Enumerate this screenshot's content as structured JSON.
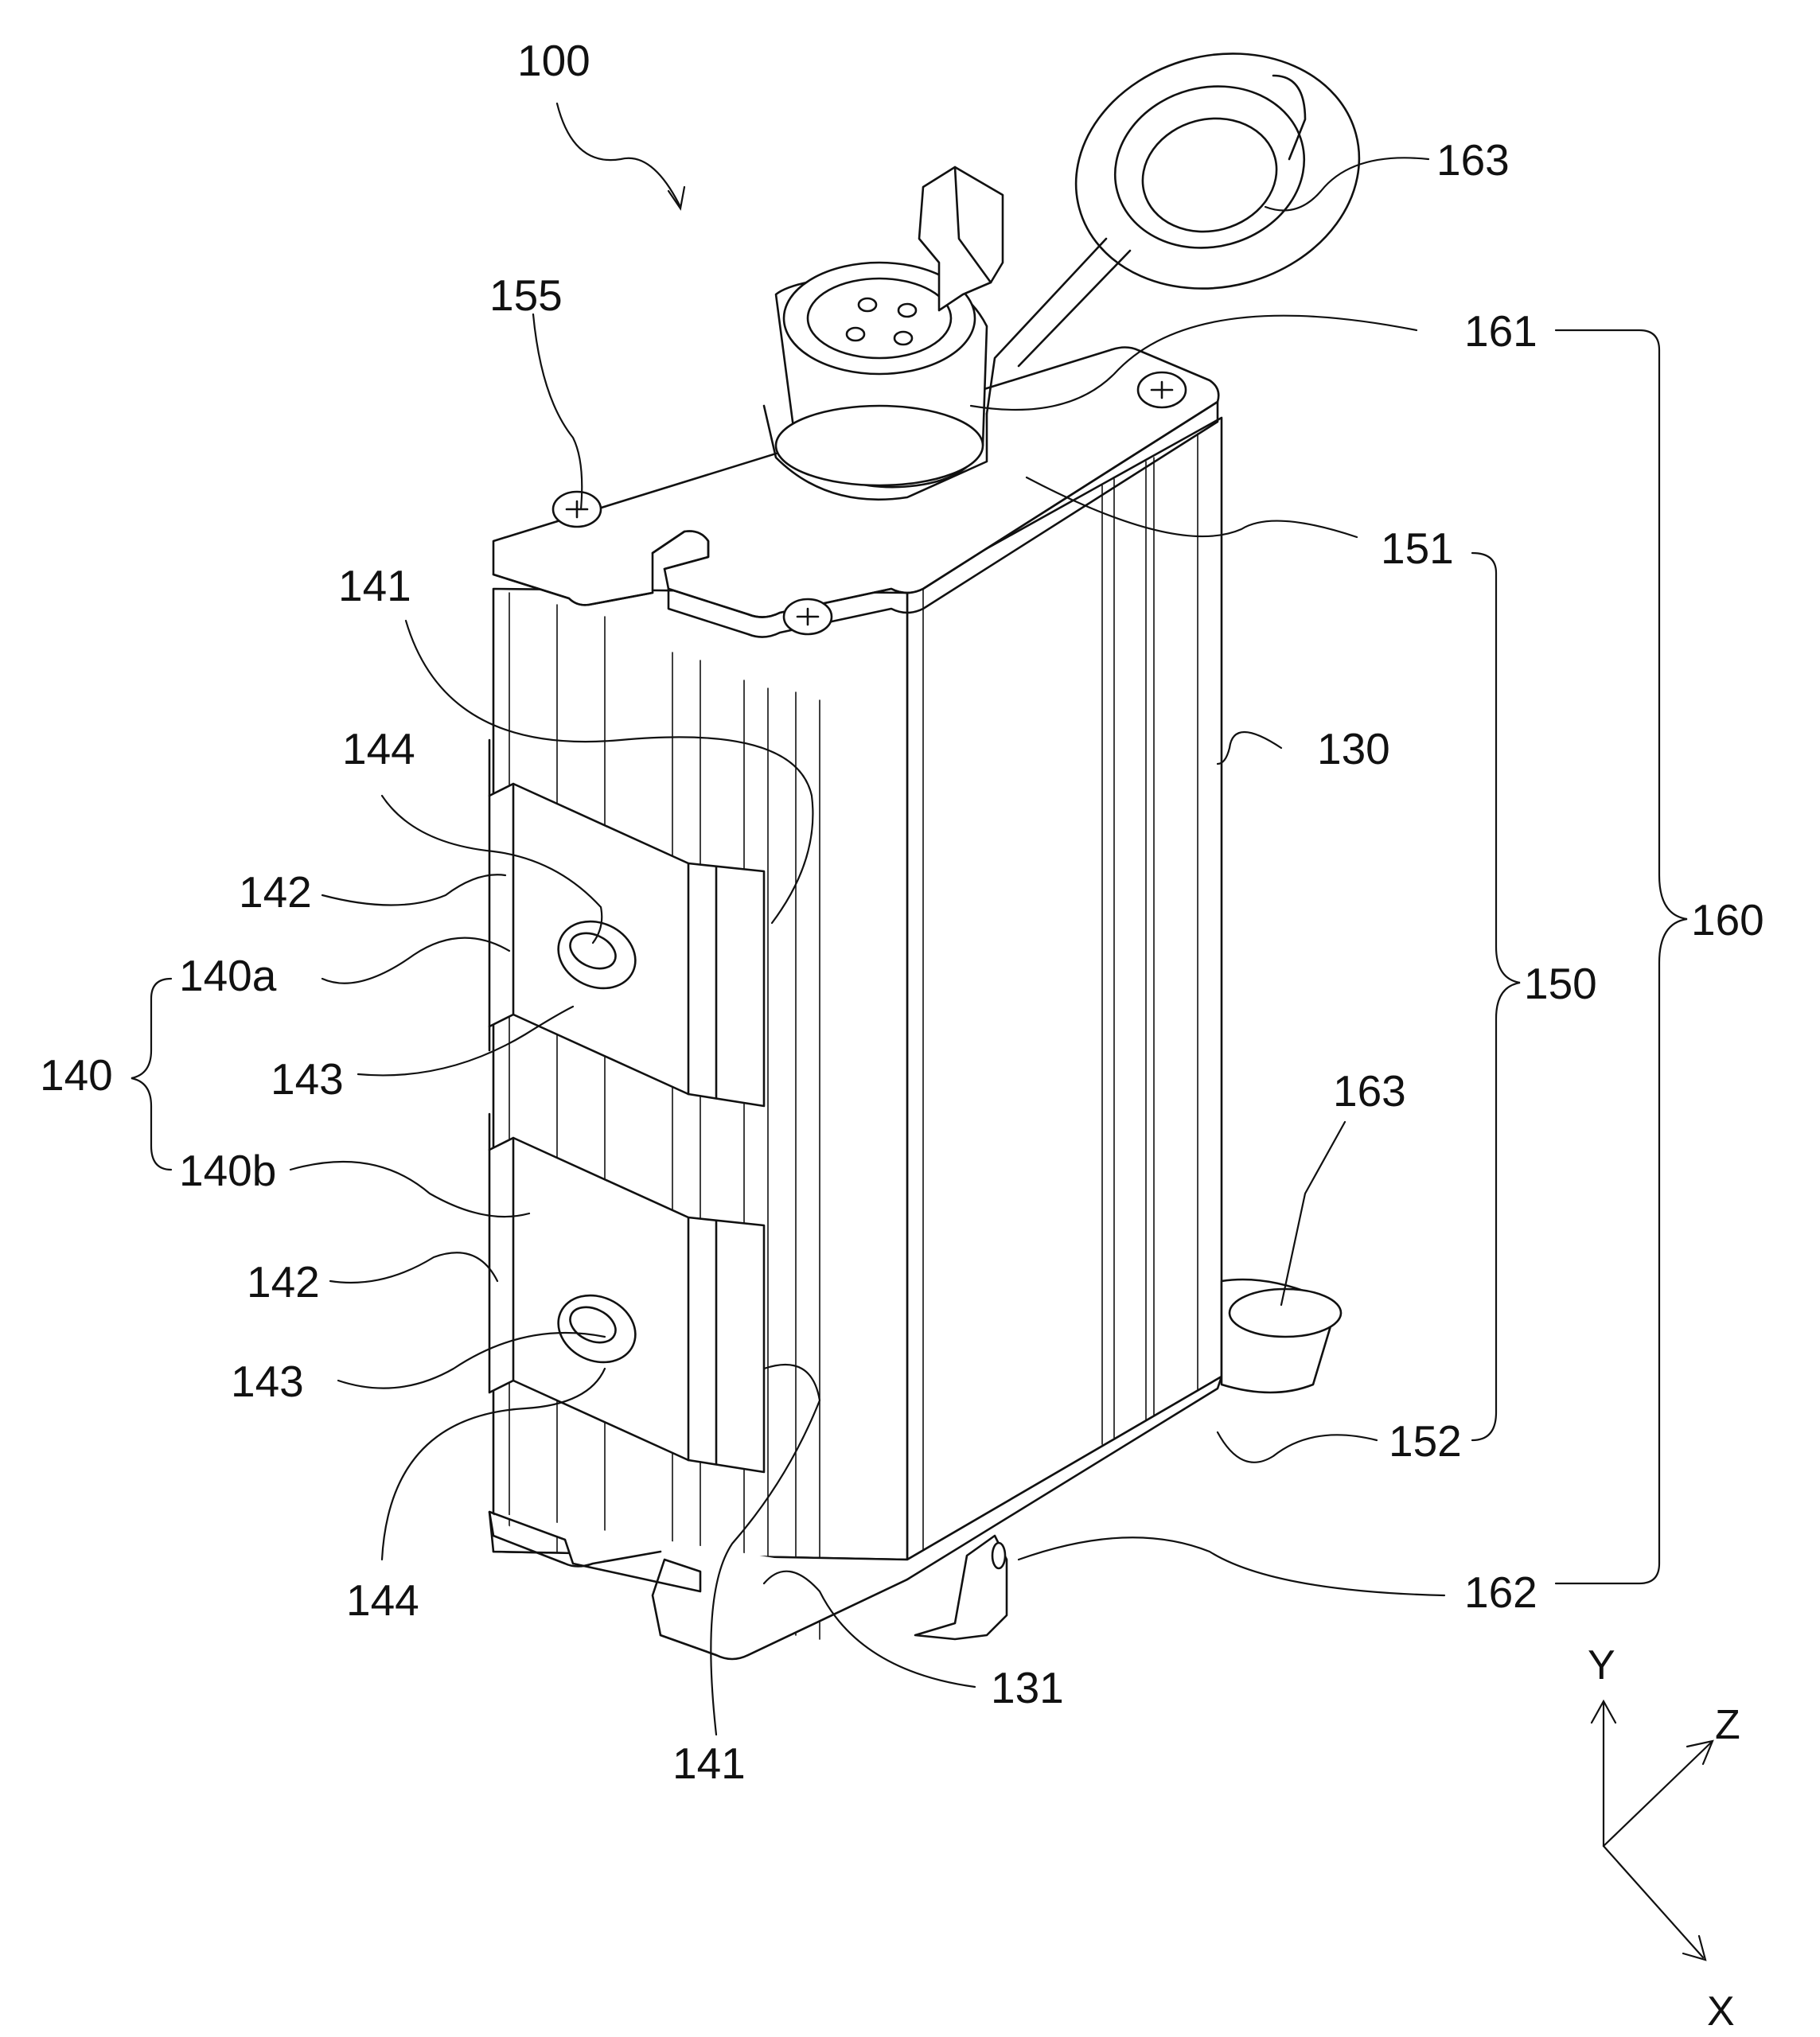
{
  "labels": {
    "l100": "100",
    "l163_top": "163",
    "l155": "155",
    "l161": "161",
    "l151": "151",
    "l141_top": "141",
    "l144_top": "144",
    "l130": "130",
    "l142_top": "142",
    "l140a": "140a",
    "l160": "160",
    "l150": "150",
    "l140": "140",
    "l143_top": "143",
    "l163_side": "163",
    "l140b": "140b",
    "l142_bot": "142",
    "l143_bot": "143",
    "l152": "152",
    "l144_bot": "144",
    "l162": "162",
    "l131": "131",
    "l141_bot": "141"
  },
  "axes": {
    "y": "Y",
    "z": "Z",
    "x": "X"
  }
}
